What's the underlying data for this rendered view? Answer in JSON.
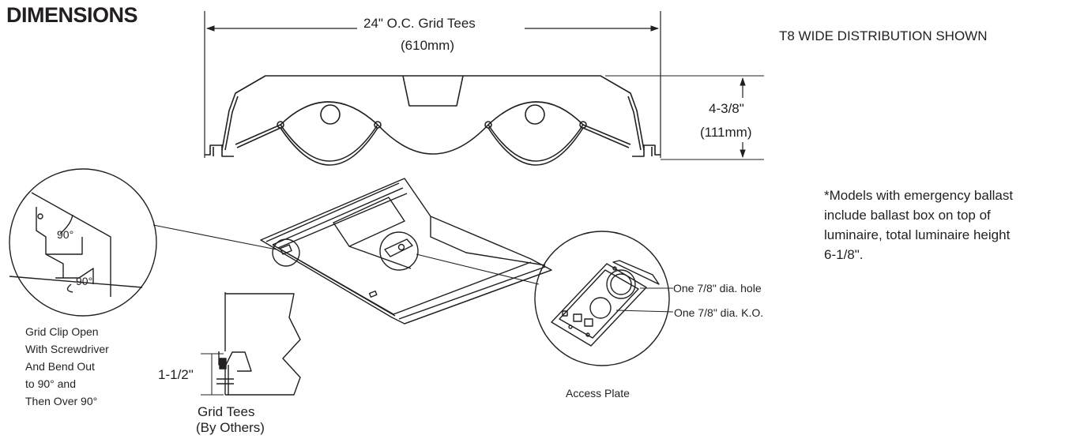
{
  "title": "DIMENSIONS",
  "note_top": "T8 WIDE DISTRIBUTION SHOWN",
  "footnote_lines": [
    "*Models with emergency ballast",
    "include ballast box on top of",
    "luminaire, total luminaire height",
    "6-1/8\"."
  ],
  "grid_dimension": {
    "line1": "24\" O.C. Grid Tees",
    "line2": "(610mm)"
  },
  "height_dimension": {
    "line1": "4-3/8\"",
    "line2": "(111mm)"
  },
  "clip_note_lines": [
    "Grid Clip Open",
    "With Screwdriver",
    "And Bend Out",
    "to 90° and",
    "Then Over 90°"
  ],
  "angle_labels": {
    "upper": "90°",
    "lower": "90°"
  },
  "tee_dimension": "1-1/2\"",
  "tee_label": {
    "line1": "Grid Tees",
    "line2": "(By Others)"
  },
  "callouts": {
    "hole": "One 7/8\" dia. hole",
    "knockout": "One 7/8\" dia. K.O."
  },
  "access_plate_label": "Access Plate",
  "colors": {
    "ink": "#231f20",
    "background": "#ffffff"
  }
}
